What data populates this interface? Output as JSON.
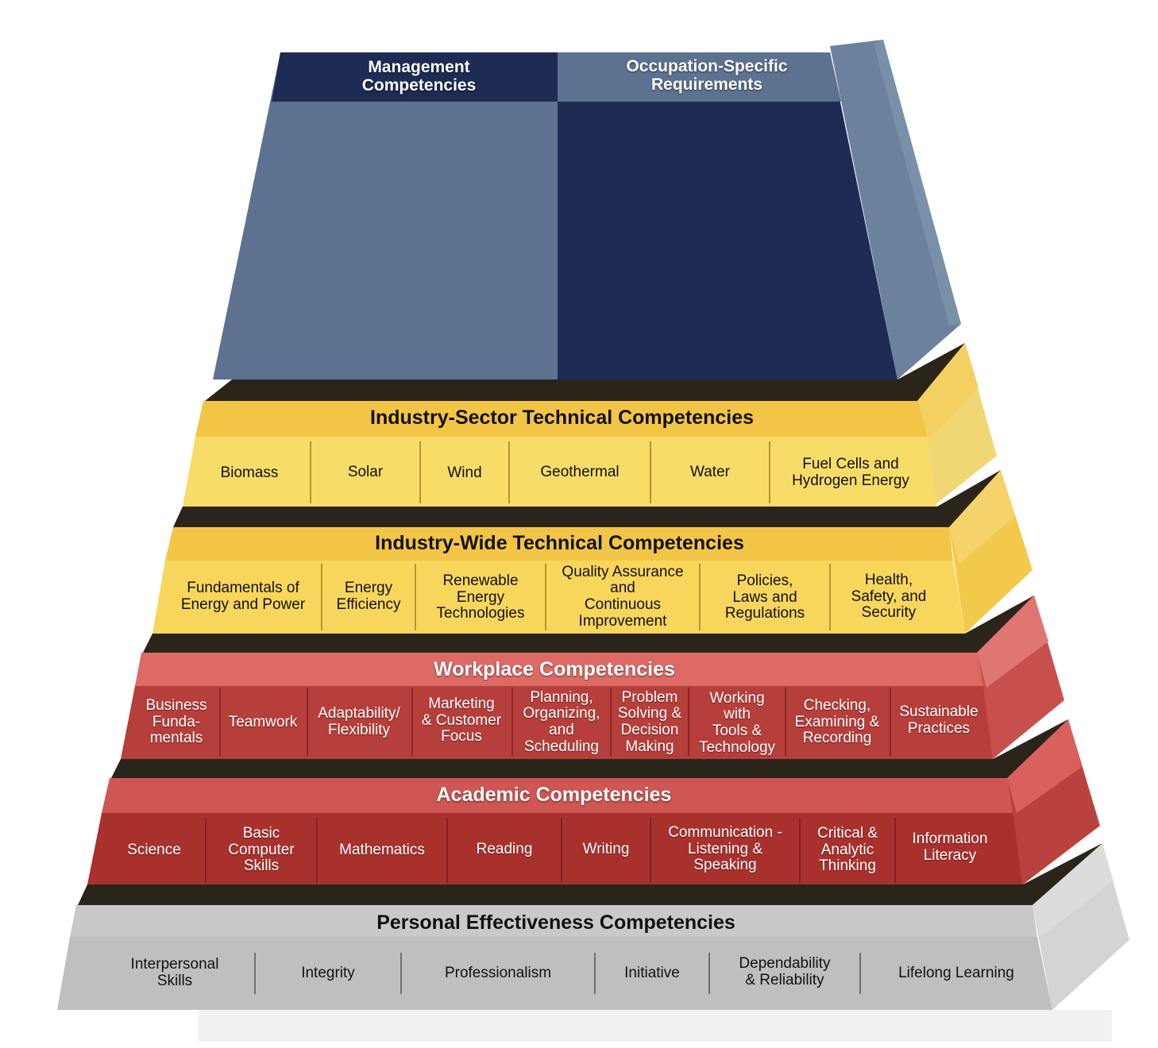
{
  "colors": {
    "navy": "#1e2b55",
    "slate": "#5d7290",
    "slate_side": "#6c829c",
    "gold": "#f8d65c",
    "gold_header": "#f3c546",
    "red_header": "#de6a66",
    "red_body": "#b63e3b",
    "academic_body": "#a9312d",
    "grey_body": "#c2c3c5",
    "step_dark": "#2a241a"
  },
  "top": {
    "management": "Management\nCompetencies",
    "occupation": "Occupation-Specific\nRequirements"
  },
  "tiers": {
    "industry_sector": {
      "title": "Industry-Sector Technical Competencies",
      "items": [
        "Biomass",
        "Solar",
        "Wind",
        "Geothermal",
        "Water",
        "Fuel Cells and\nHydrogen Energy"
      ]
    },
    "industry_wide": {
      "title": "Industry-Wide Technical Competencies",
      "items": [
        "Fundamentals of\nEnergy and Power",
        "Energy\nEfficiency",
        "Renewable\nEnergy\nTechnologies",
        "Quality Assurance\nand\nContinuous\nImprovement",
        "Policies,\nLaws and\nRegulations",
        "Health,\nSafety, and\nSecurity"
      ]
    },
    "workplace": {
      "title": "Workplace Competencies",
      "items": [
        "Business\nFunda-\nmentals",
        "Teamwork",
        "Adaptability/\nFlexibility",
        "Marketing\n& Customer\nFocus",
        "Planning,\nOrganizing,\nand\nScheduling",
        "Problem\nSolving &\nDecision\nMaking",
        "Working\nwith\nTools &\nTechnology",
        "Checking,\nExamining &\nRecording",
        "Sustainable\nPractices"
      ]
    },
    "academic": {
      "title": "Academic Competencies",
      "items": [
        "Science",
        "Basic\nComputer\nSkills",
        "Mathematics",
        "Reading",
        "Writing",
        "Communication -\nListening &\nSpeaking",
        "Critical &\nAnalytic\nThinking",
        "Information\nLiteracy"
      ]
    },
    "personal": {
      "title": "Personal Effectiveness Competencies",
      "items": [
        "Interpersonal\nSkills",
        "Integrity",
        "Professionalism",
        "Initiative",
        "Dependability\n& Reliability",
        "Lifelong Learning"
      ]
    }
  }
}
